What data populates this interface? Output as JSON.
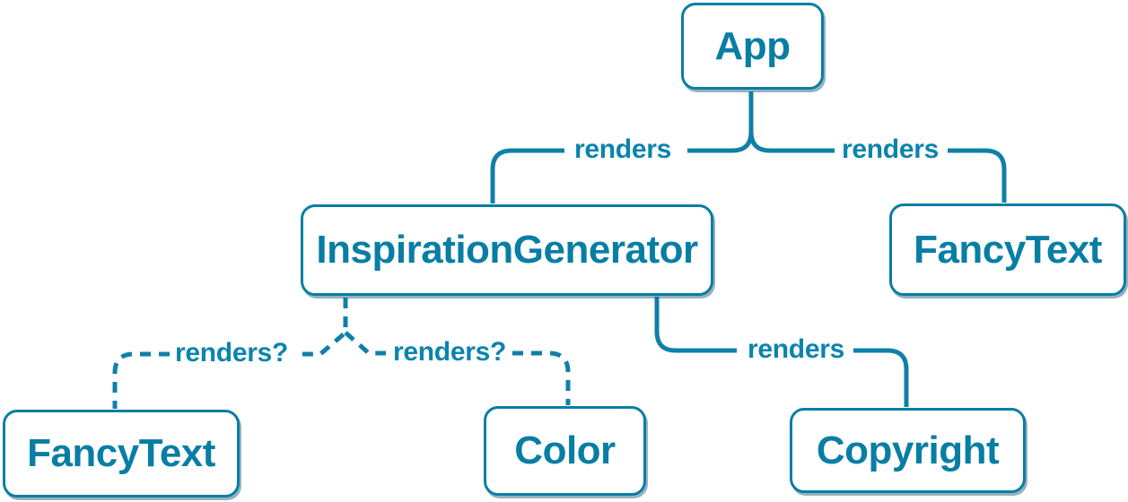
{
  "diagram": {
    "type": "component-tree",
    "colors": {
      "accent": "#087ea4",
      "line": "#0f80a7",
      "node_background": "#ffffff",
      "background": "#ffffff"
    },
    "nodes": [
      {
        "id": "app",
        "label": "App"
      },
      {
        "id": "inspiration-generator",
        "label": "InspirationGenerator"
      },
      {
        "id": "fancy-text-top",
        "label": "FancyText"
      },
      {
        "id": "fancy-text-bottom",
        "label": "FancyText"
      },
      {
        "id": "color",
        "label": "Color"
      },
      {
        "id": "copyright",
        "label": "Copyright"
      }
    ],
    "edges": [
      {
        "from": "App",
        "to": "InspirationGenerator",
        "label": "renders",
        "style": "solid"
      },
      {
        "from": "App",
        "to": "FancyText",
        "label": "renders",
        "style": "solid"
      },
      {
        "from": "InspirationGenerator",
        "to": "Copyright",
        "label": "renders",
        "style": "solid"
      },
      {
        "from": "InspirationGenerator",
        "to": "FancyText",
        "label": "renders?",
        "style": "dashed"
      },
      {
        "from": "InspirationGenerator",
        "to": "Color",
        "label": "renders?",
        "style": "dashed"
      }
    ]
  }
}
